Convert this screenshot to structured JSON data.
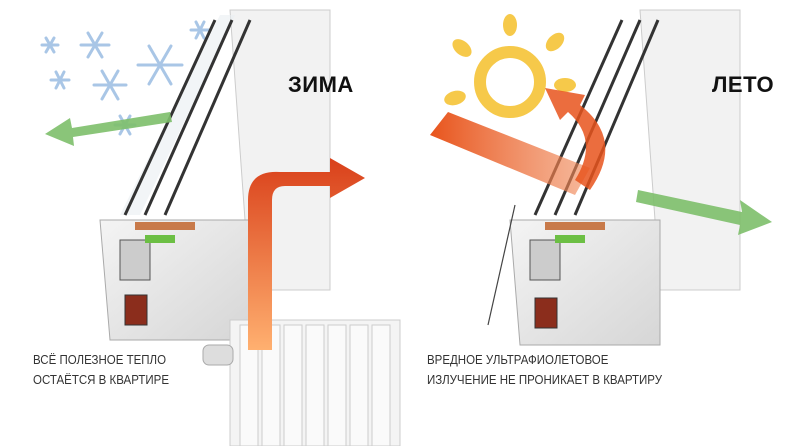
{
  "winter": {
    "title": "ЗИМА",
    "caption_line1": "ВСЁ ПОЛЕЗНОЕ ТЕПЛО",
    "caption_line2": "ОСТАЁТСЯ В КВАРТИРЕ"
  },
  "summer": {
    "title": "ЛЕТО",
    "caption_line1": "ВРЕДНОЕ УЛЬТРАФИОЛЕТОВОЕ",
    "caption_line2": "ИЗЛУЧЕНИЕ НЕ ПРОНИКАЕТ В КВАРТИРУ"
  },
  "colors": {
    "heat": "#e8541c",
    "green": "#7dbf6a",
    "snow": "#a9c6e6",
    "sun": "#f6c94a"
  }
}
